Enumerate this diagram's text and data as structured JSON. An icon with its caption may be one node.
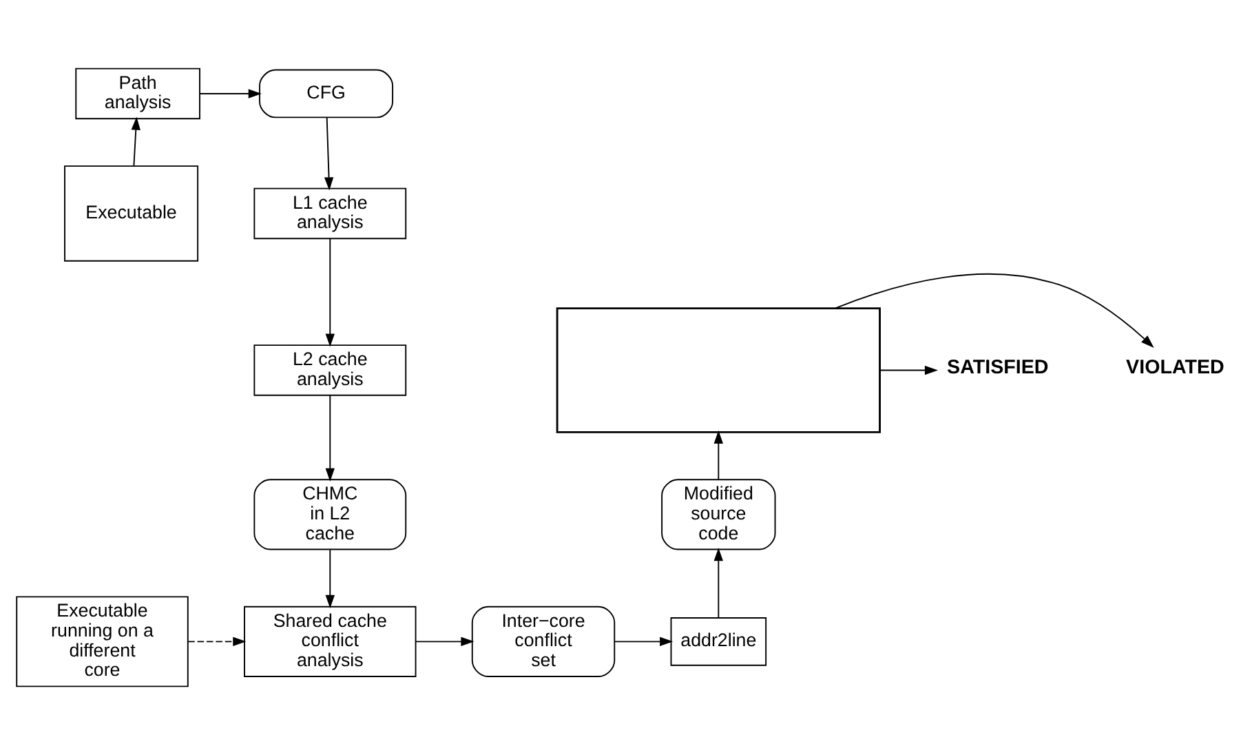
{
  "diagram": {
    "nodes": [
      {
        "text": [
          "Path analysis"
        ]
      },
      {
        "text": [
          "CFG"
        ]
      },
      {
        "text": [
          "Executable"
        ]
      },
      {
        "text": [
          "L1 cache analysis"
        ]
      },
      {
        "text": [
          "L2 cache analysis"
        ]
      },
      {
        "text": [
          "CHMC in L2 cache"
        ]
      },
      {
        "text": [],
        "shape": "box"
      },
      {
        "text": [
          "SATISFIED"
        ]
      },
      {
        "text": [
          "VIOLATED"
        ]
      },
      {
        "text": [
          "Modified source code"
        ]
      },
      {
        "text": [
          "Executable running on a different core"
        ]
      },
      {
        "text": [
          "Shared cache conflict analysis"
        ]
      },
      {
        "text": [
          "Inter−core conflict set"
        ]
      },
      {
        "text": [
          "addr2line"
        ]
      }
    ],
    "edges": [
      {
        "from": 2,
        "to": 0,
        "arrow": "to"
      },
      {
        "from": 0,
        "to": 1,
        "arrow": "to"
      },
      {
        "from": 1,
        "to": 3,
        "arrow": "to"
      },
      {
        "from": 3,
        "to": 4,
        "arrow": "to"
      },
      {
        "from": 4,
        "to": 5,
        "arrow": "to"
      },
      {
        "from": 5,
        "to": 11,
        "arrow": "to"
      },
      {
        "from": 10,
        "to": 11,
        "arrow": "to",
        "style": "dashed"
      },
      {
        "from": 11,
        "to": 12,
        "arrow": "to"
      },
      {
        "from": 12,
        "to": 13,
        "arrow": "to"
      },
      {
        "from": 13,
        "to": 9,
        "arrow": "to"
      },
      {
        "from": 9,
        "to": 6,
        "arrow": "to"
      },
      {
        "from": 6,
        "to": 7,
        "arrow": "to"
      },
      {
        "from": 6,
        "to": 8,
        "arrow": "to"
      }
    ]
  }
}
